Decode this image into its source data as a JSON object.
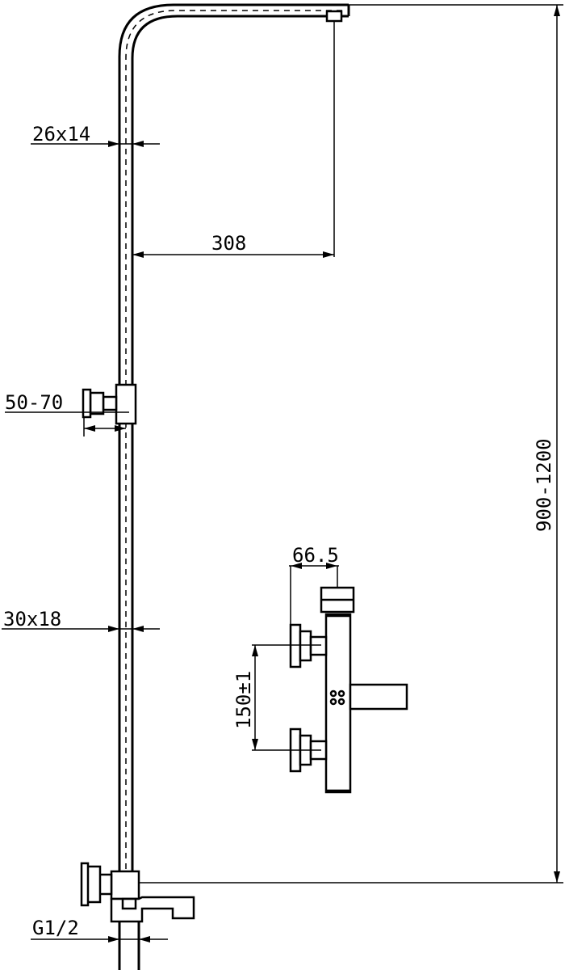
{
  "dimensions": {
    "head_tube_section": "26x14",
    "arm_reach": "308",
    "slider_offset": "50-70",
    "riser_section": "30x18",
    "total_height": "900-1200",
    "valve_depth": "66.5",
    "inlet_spacing": "150±1",
    "thread_size": "G1/2"
  },
  "colors": {
    "ink": "#000000",
    "paper": "#ffffff"
  }
}
